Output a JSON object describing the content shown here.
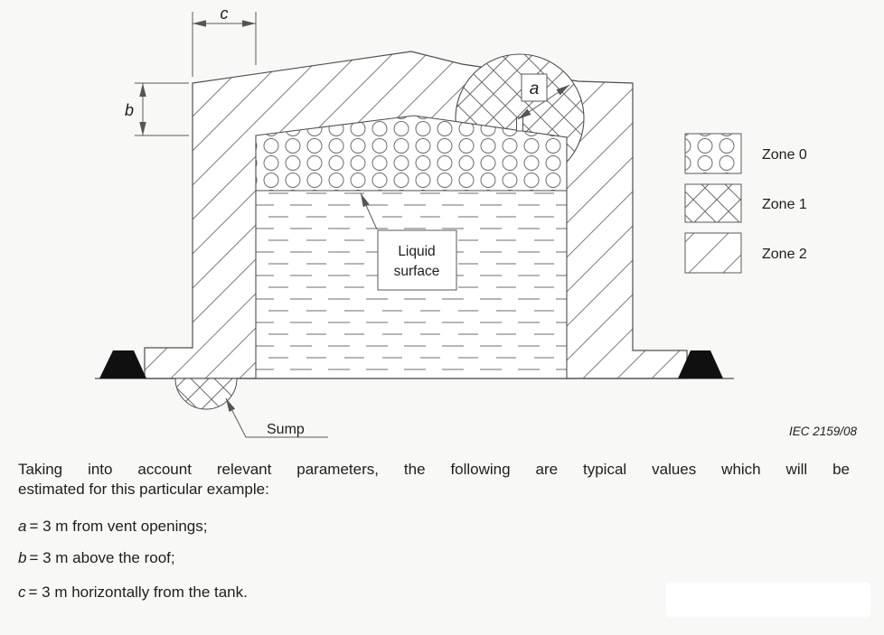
{
  "figure": {
    "dim_labels": {
      "a": "a",
      "b": "b",
      "c": "c"
    },
    "liquid_surface_label": {
      "line1": "Liquid",
      "line2": "surface"
    },
    "sump_label": "Sump",
    "iec_ref": "IEC  2159/08",
    "legend": [
      {
        "label": "Zone 0",
        "pattern": "dots"
      },
      {
        "label": "Zone 1",
        "pattern": "crosshatch"
      },
      {
        "label": "Zone 2",
        "pattern": "diagonal-hatch"
      }
    ]
  },
  "caption": {
    "line1": "Taking into account relevant parameters, the following are typical values which will be",
    "line2": "estimated for this particular example:",
    "items": [
      {
        "var": "a",
        "rest": "= 3 m from vent openings;"
      },
      {
        "var": "b",
        "rest": "= 3 m above the roof;"
      },
      {
        "var": "c",
        "rest": "= 3 m horizontally from the tank."
      }
    ]
  },
  "colors": {
    "outline": "#4e4e4e",
    "hatch_line": "#7e7e7e",
    "text": "#1e1e1e",
    "anchor_black": "#101010",
    "background": "#f8f8f6"
  }
}
